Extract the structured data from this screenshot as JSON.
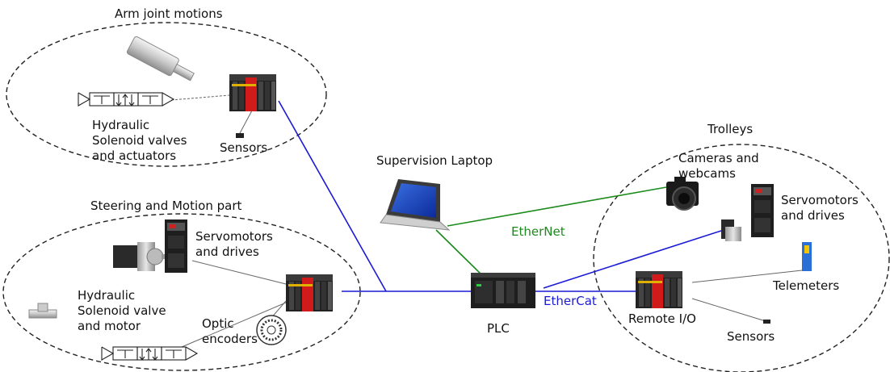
{
  "groups": {
    "arm": {
      "title": "Arm joint motions",
      "valves_label": "Hydraulic\nSolenoid valves\nand actuators",
      "sensors_label": "Sensors"
    },
    "steering": {
      "title": "Steering and Motion part",
      "servo_label": "Servomotors\nand drives",
      "valve_label": "Hydraulic\nSolenoid valve\nand motor",
      "encoders_label": "Optic\nencoders"
    },
    "trolleys": {
      "title": "Trolleys",
      "cameras_label": "Cameras and\nwebcams",
      "servo_label": "Servomotors\nand drives",
      "telemeters_label": "Telemeters",
      "remote_io_label": "Remote I/O",
      "sensors_label": "Sensors"
    }
  },
  "center": {
    "laptop_label": "Supervision Laptop",
    "plc_label": "PLC"
  },
  "networks": {
    "ethernet": "EtherNet",
    "ethercat": "EtherCat"
  },
  "colors": {
    "ethernet": "#1c8a1c",
    "ethercat": "#1a1ad6",
    "wire": "#777777",
    "module_red": "#d11a1a",
    "module_dark": "#1e1e1e"
  },
  "icons": [
    "hydraulic-actuator-icon",
    "solenoid-valve-icon",
    "io-module-icon",
    "sensor-icon",
    "servomotor-icon",
    "servo-drive-icon",
    "hydraulic-motor-icon",
    "optic-encoder-icon",
    "laptop-icon",
    "plc-icon",
    "camera-icon",
    "telemeter-icon"
  ]
}
